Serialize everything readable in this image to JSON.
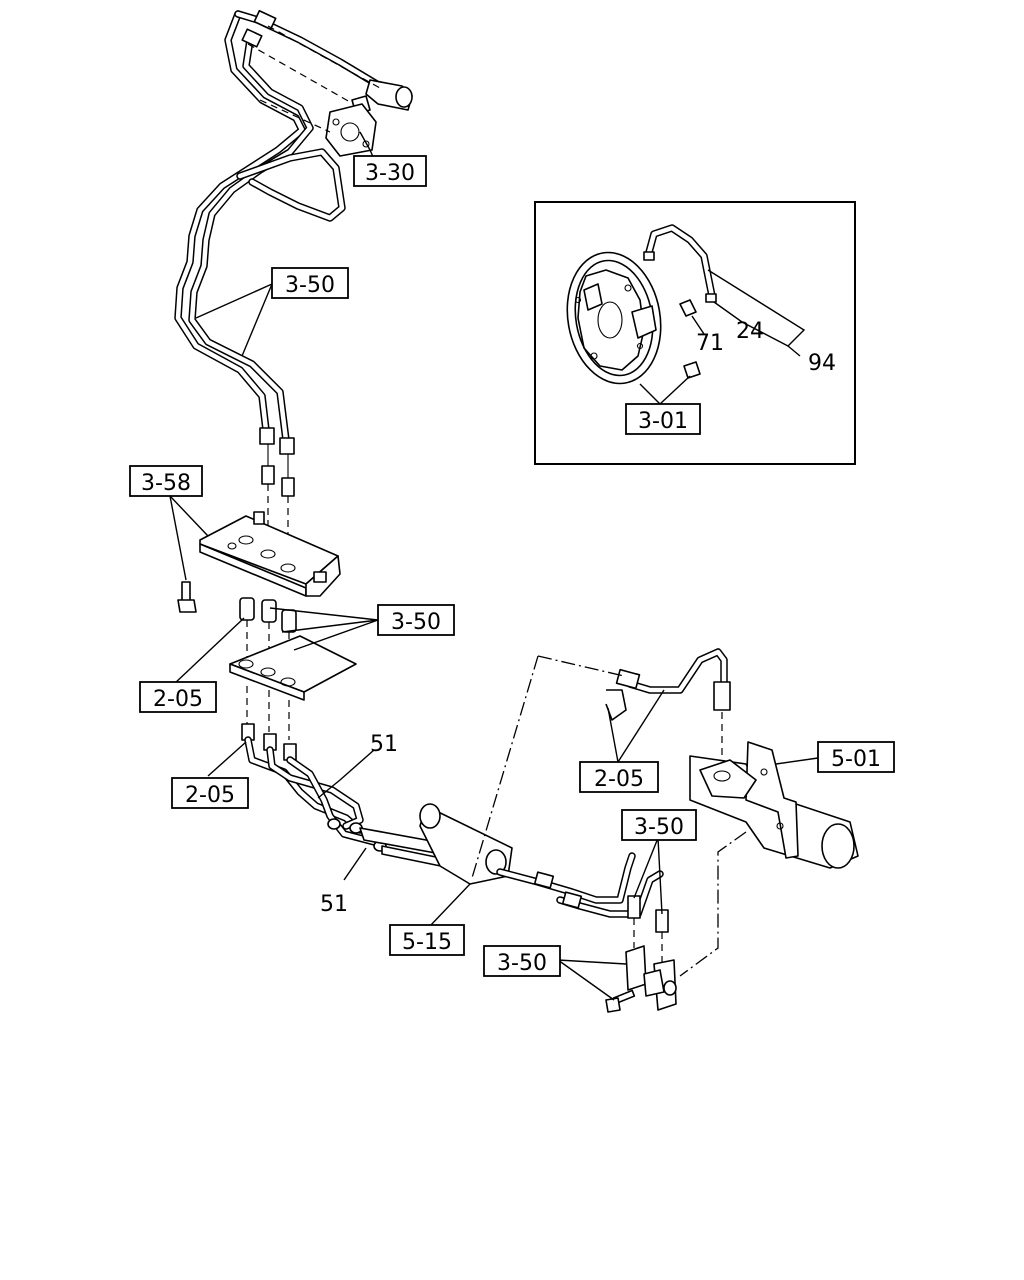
{
  "callouts": [
    {
      "id": "3-30",
      "boxed": true
    },
    {
      "id": "3-50",
      "boxed": true
    },
    {
      "id": "3-58",
      "boxed": true
    },
    {
      "id": "3-50",
      "boxed": true
    },
    {
      "id": "2-05",
      "boxed": true
    },
    {
      "id": "2-05",
      "boxed": true
    },
    {
      "id": "51",
      "boxed": false
    },
    {
      "id": "51",
      "boxed": false
    },
    {
      "id": "5-15",
      "boxed": true
    },
    {
      "id": "2-05",
      "boxed": true
    },
    {
      "id": "5-01",
      "boxed": true
    },
    {
      "id": "3-50",
      "boxed": true
    },
    {
      "id": "3-50",
      "boxed": true
    }
  ],
  "inset": {
    "callouts": [
      {
        "id": "71",
        "boxed": false
      },
      {
        "id": "24",
        "boxed": false
      },
      {
        "id": "94",
        "boxed": false
      },
      {
        "id": "3-01",
        "boxed": true
      }
    ]
  }
}
